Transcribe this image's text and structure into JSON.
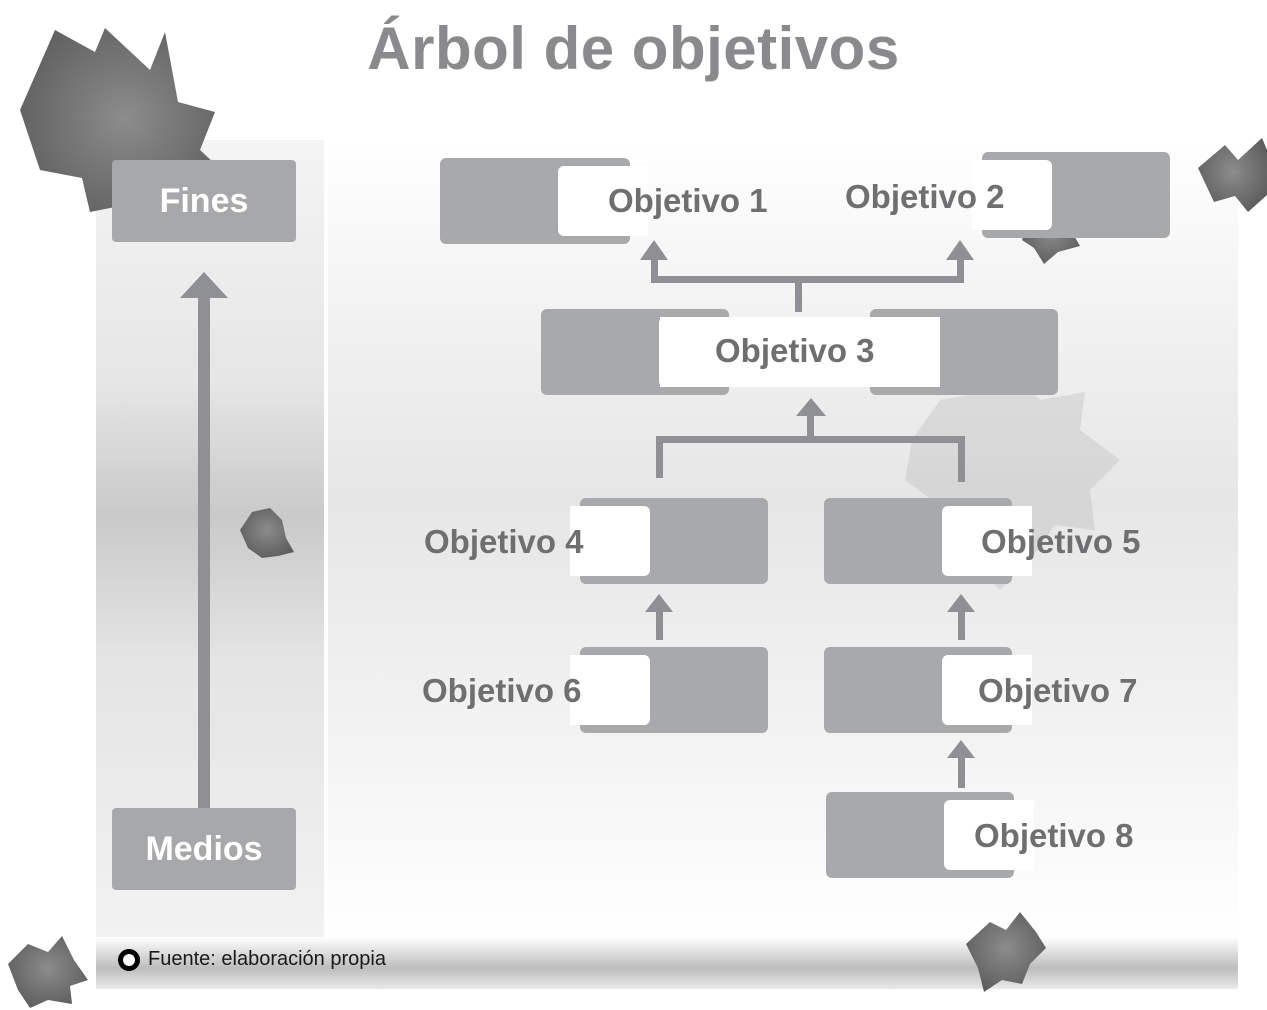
{
  "title": "Árbol de objetivos",
  "sidebar": {
    "top_label": "Fines",
    "bottom_label": "Medios"
  },
  "objectives": [
    "Objetivo 1",
    "Objetivo 2",
    "Objetivo 3",
    "Objetivo 4",
    "Objetivo 5",
    "Objetivo 6",
    "Objetivo 7",
    "Objetivo 8"
  ],
  "source": "Fuente: elaboración propia",
  "colors": {
    "box_gray": "#a8a9ab",
    "arrow_gray": "#8f9093",
    "title_gray": "#8a8a8c",
    "leaf_gray": "#6e6e6e"
  }
}
